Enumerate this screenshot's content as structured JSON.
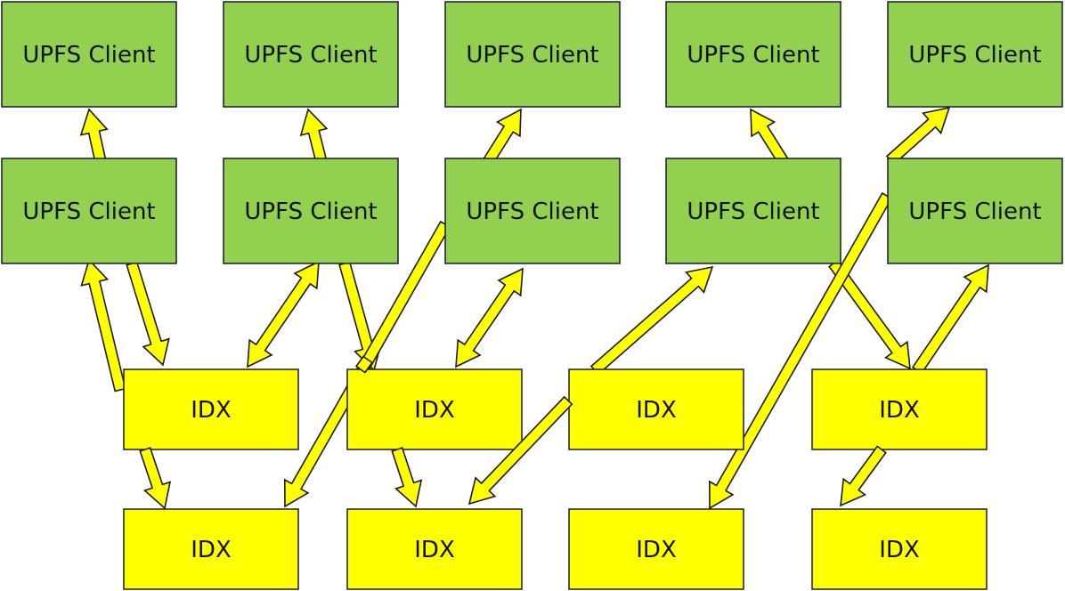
{
  "colors": {
    "client_fill": "#92d050",
    "idx_fill": "#ffff00",
    "arrow_fill": "#ffff00",
    "outline": "#1a1a2e"
  },
  "clients_top": [
    {
      "label": "UPFS Client"
    },
    {
      "label": "UPFS Client"
    },
    {
      "label": "UPFS Client"
    },
    {
      "label": "UPFS Client"
    },
    {
      "label": "UPFS Client"
    }
  ],
  "clients_mid": [
    {
      "label": "UPFS Client"
    },
    {
      "label": "UPFS Client"
    },
    {
      "label": "UPFS Client"
    },
    {
      "label": "UPFS Client"
    },
    {
      "label": "UPFS Client"
    }
  ],
  "idx_row1": [
    {
      "label": "IDX"
    },
    {
      "label": "IDX"
    },
    {
      "label": "IDX"
    },
    {
      "label": "IDX"
    }
  ],
  "idx_row2": [
    {
      "label": "IDX"
    },
    {
      "label": "IDX"
    },
    {
      "label": "IDX"
    },
    {
      "label": "IDX"
    }
  ]
}
